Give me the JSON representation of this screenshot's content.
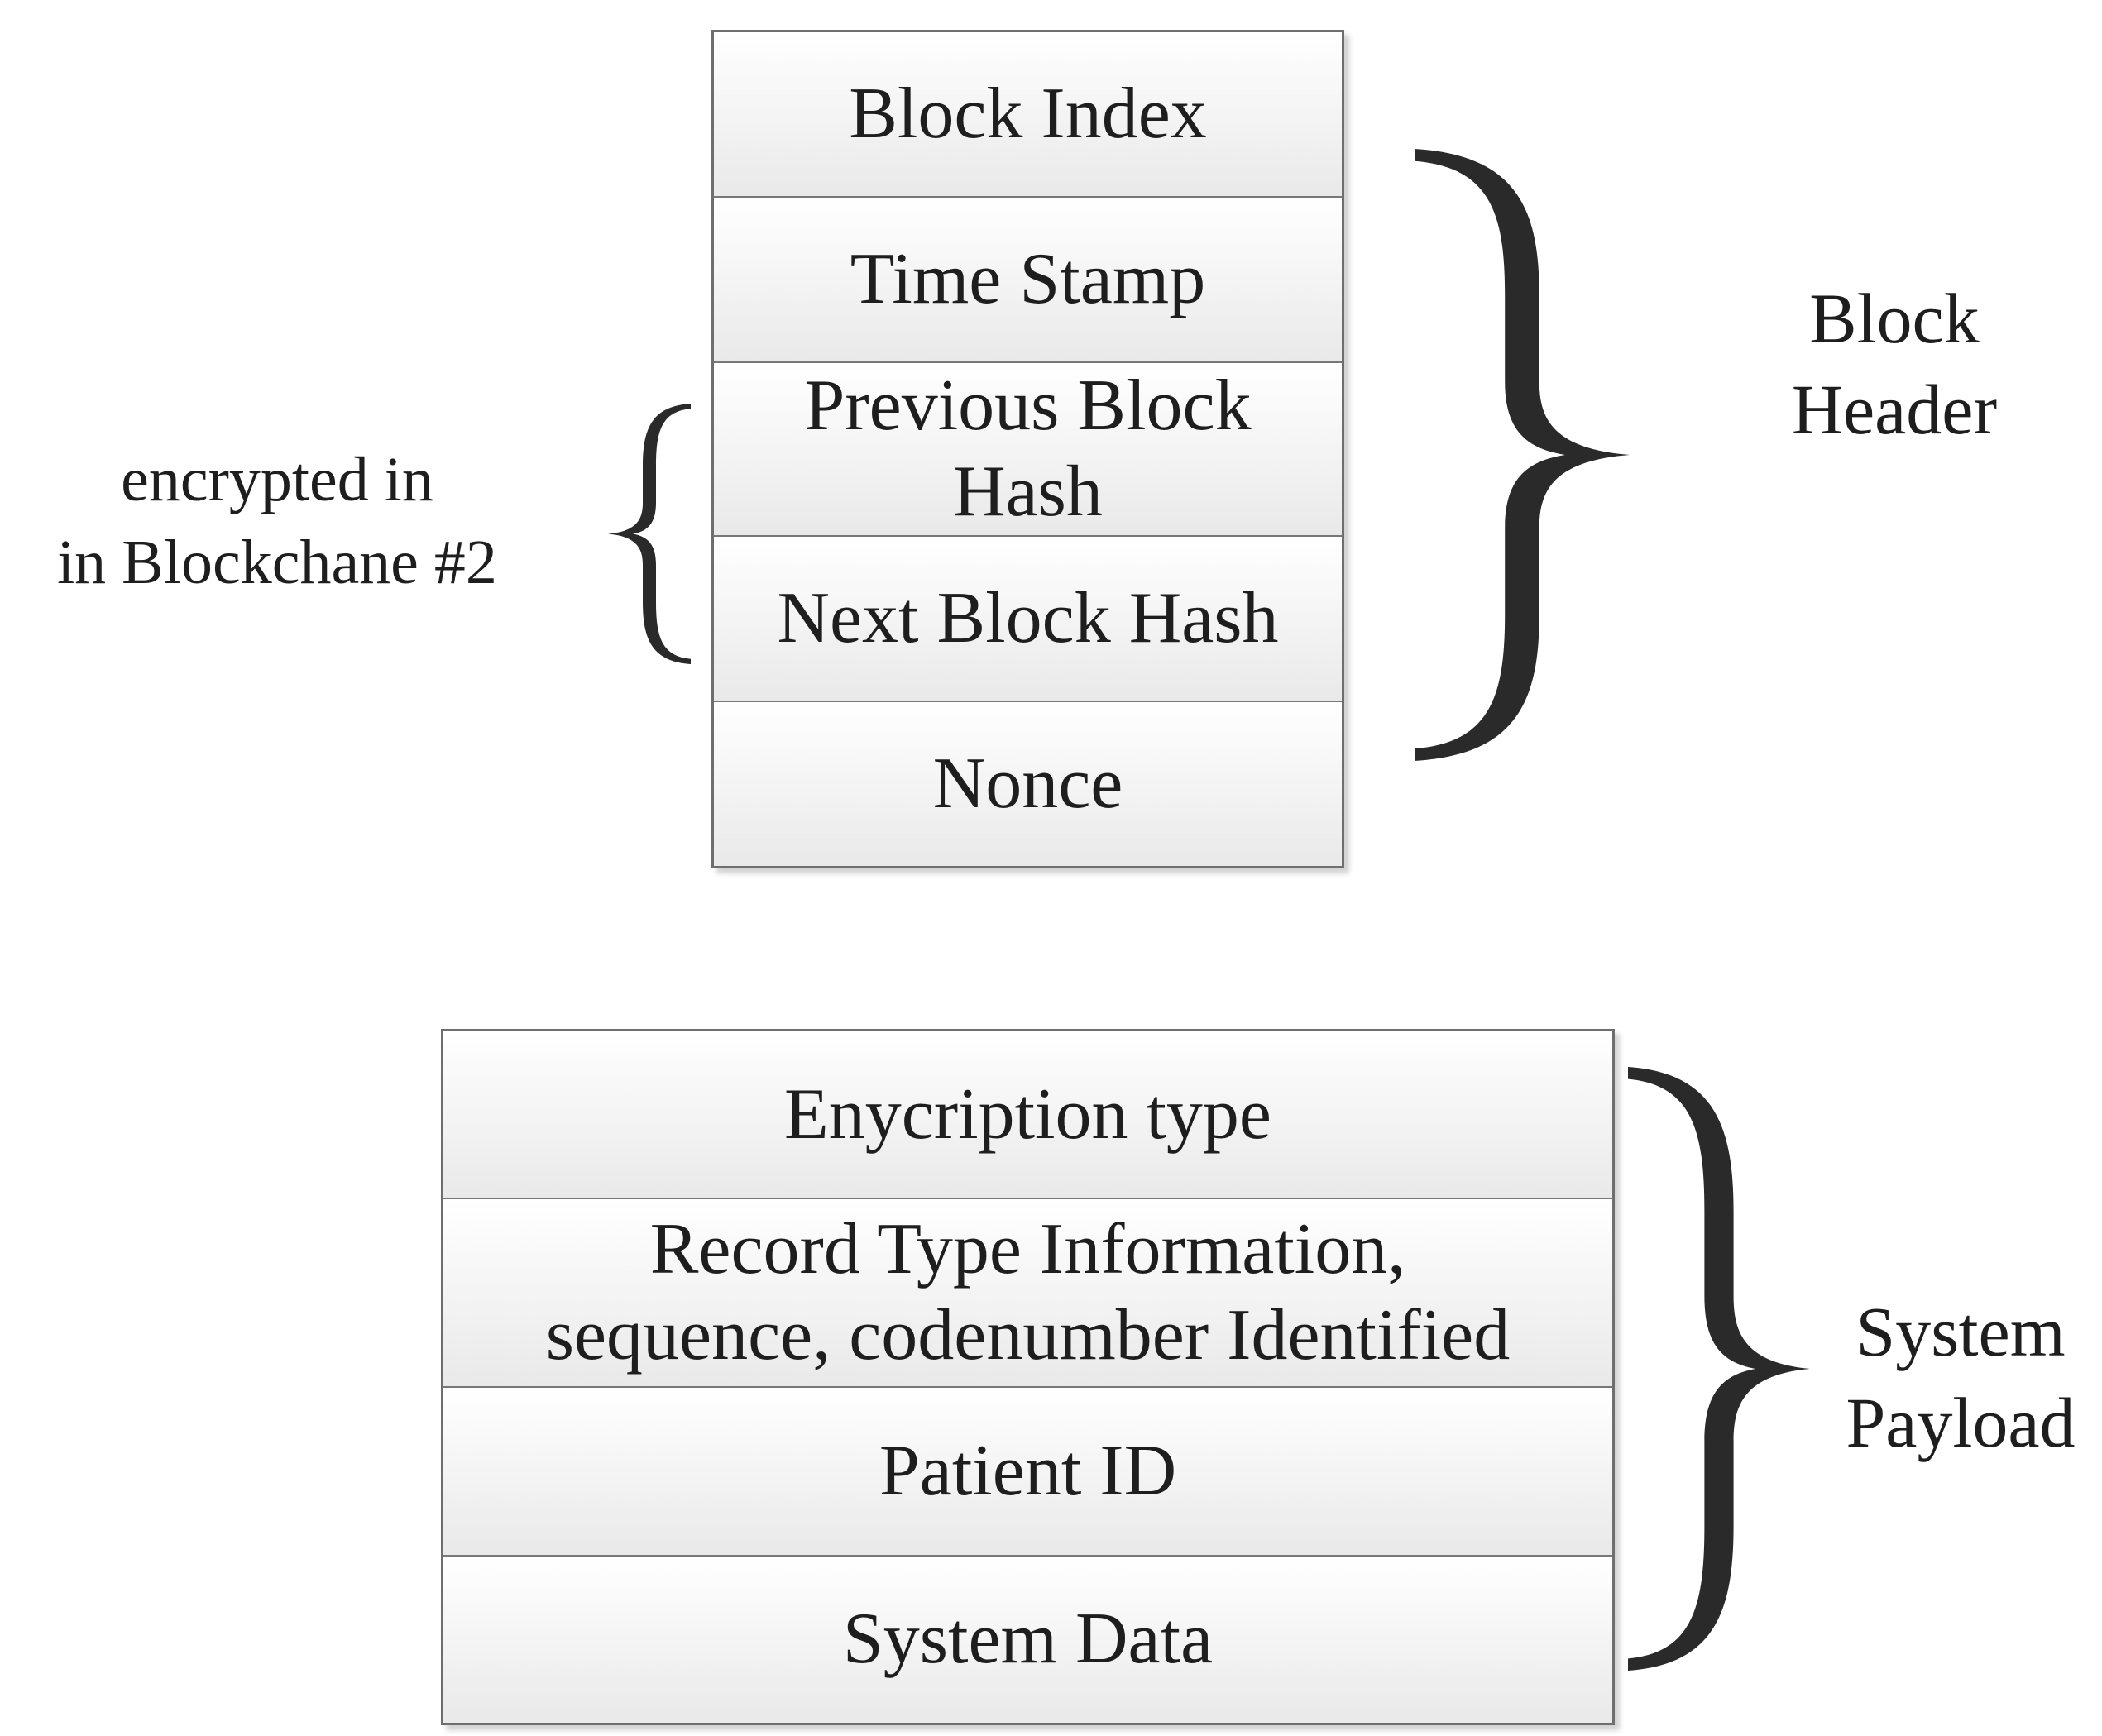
{
  "block_header": {
    "fields": [
      "Block Index",
      "Time Stamp",
      "Previous Block\nHash",
      "Next Block Hash",
      "Nonce"
    ],
    "label": "Block\nHeader"
  },
  "system_payload": {
    "fields": [
      "Enycription type",
      "Record Type Information,\nsequence, codenumber Identified",
      "Patient ID",
      "System Data"
    ],
    "label": "System\nPayload"
  },
  "encrypted_note": "encrypted in\nin Blockchane #2",
  "colors": {
    "cell_border": "#6e6e6e",
    "cell_fill": "#f2f2f2",
    "text": "#1e1e1e",
    "brace": "#2a2a2a"
  }
}
